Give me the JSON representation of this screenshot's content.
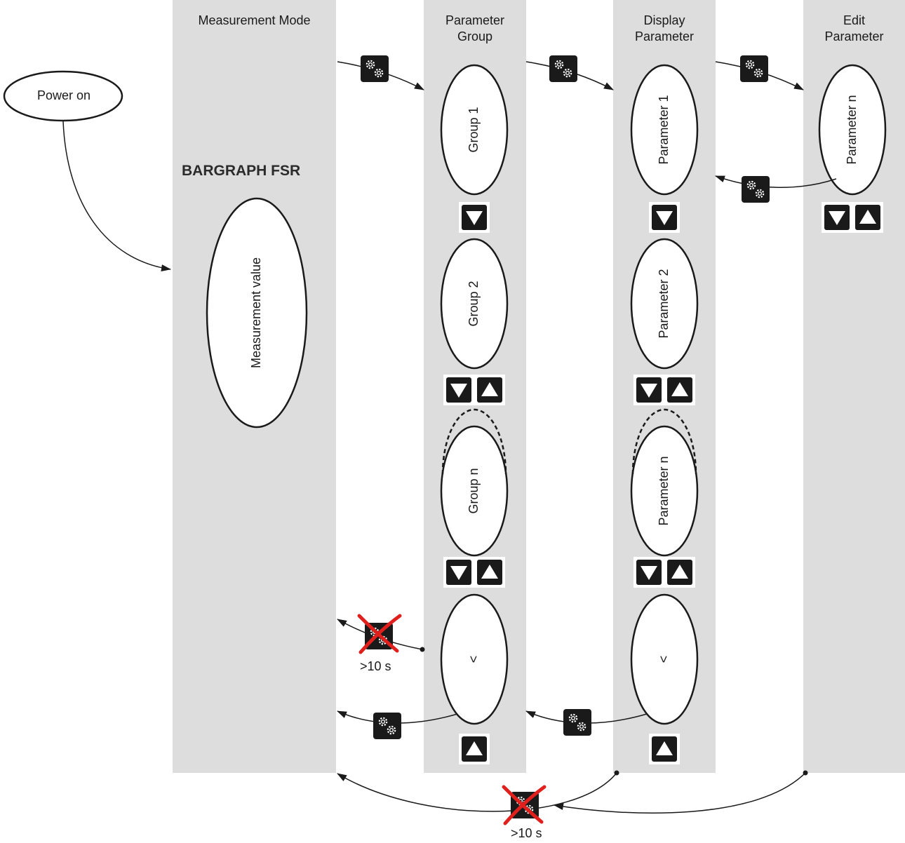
{
  "columns": {
    "measurement_mode": "Measurement Mode",
    "parameter_group": [
      "Parameter",
      "Group"
    ],
    "display_parameter": [
      "Display",
      "Parameter"
    ],
    "edit_parameter": [
      "Edit",
      "Parameter"
    ]
  },
  "power_on": "Power on",
  "product_name": "BARGRAPH FSR",
  "measurement_value": "Measurement value",
  "groups": {
    "group1": "Group 1",
    "group2": "Group 2",
    "groupn": "Group n",
    "back": "<"
  },
  "parameters": {
    "param1": "Parameter 1",
    "param2": "Parameter 2",
    "paramn": "Parameter n",
    "back": "<"
  },
  "edit": {
    "paramn": "Parameter n"
  },
  "timeouts": {
    "t1": ">10 s",
    "t2": ">10 s"
  },
  "icons": {
    "enter": "gears-icon",
    "down": "arrow-down-icon",
    "up": "arrow-up-icon",
    "cancel": "red-cross-icon"
  },
  "colors": {
    "column": "#dddddd",
    "button": "#1a1a1a",
    "cross": "#e0201c"
  }
}
